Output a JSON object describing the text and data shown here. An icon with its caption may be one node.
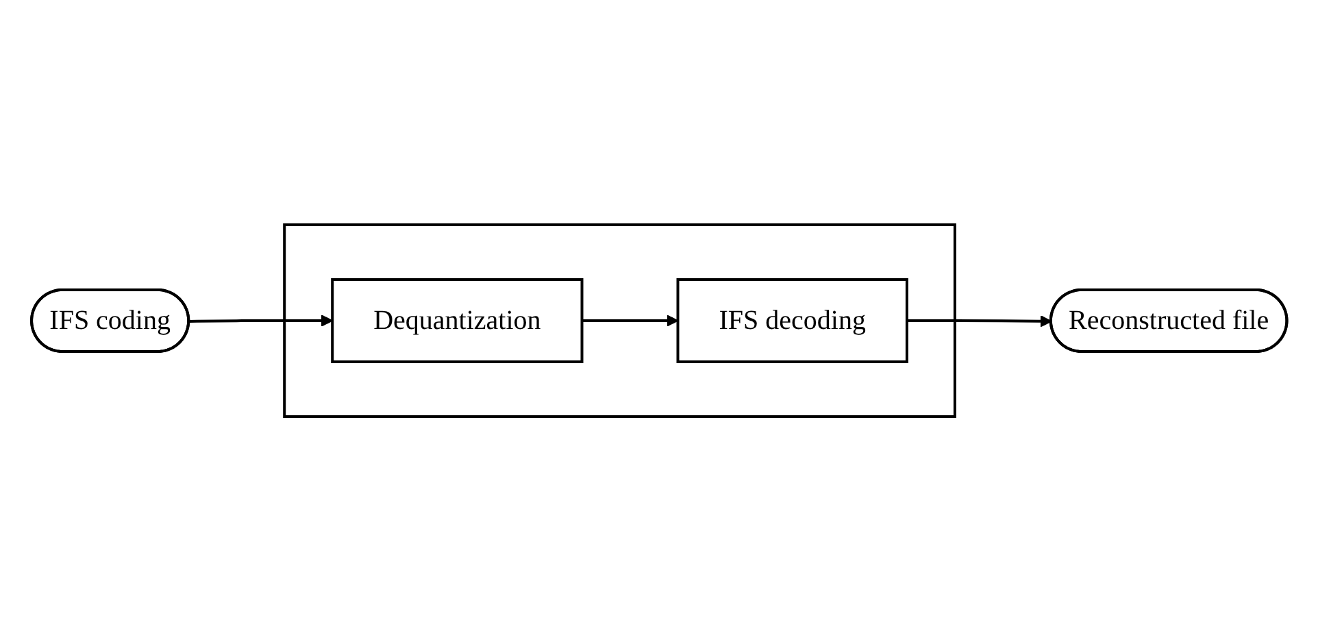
{
  "diagram": {
    "nodes": [
      {
        "text": [
          "IFS coding"
        ]
      },
      {
        "text": [],
        "shape": "box"
      },
      {
        "text": [
          "Dequantization"
        ],
        "in": 1
      },
      {
        "text": [
          "IFS decoding"
        ],
        "in": 1
      },
      {
        "text": [
          "Reconstructed file"
        ]
      }
    ],
    "edges": [
      {
        "from": 0,
        "to": 2,
        "arrow": "to"
      },
      {
        "from": 2,
        "to": 3,
        "arrow": "to"
      },
      {
        "from": 3,
        "to": 4,
        "arrow": "to"
      }
    ]
  }
}
